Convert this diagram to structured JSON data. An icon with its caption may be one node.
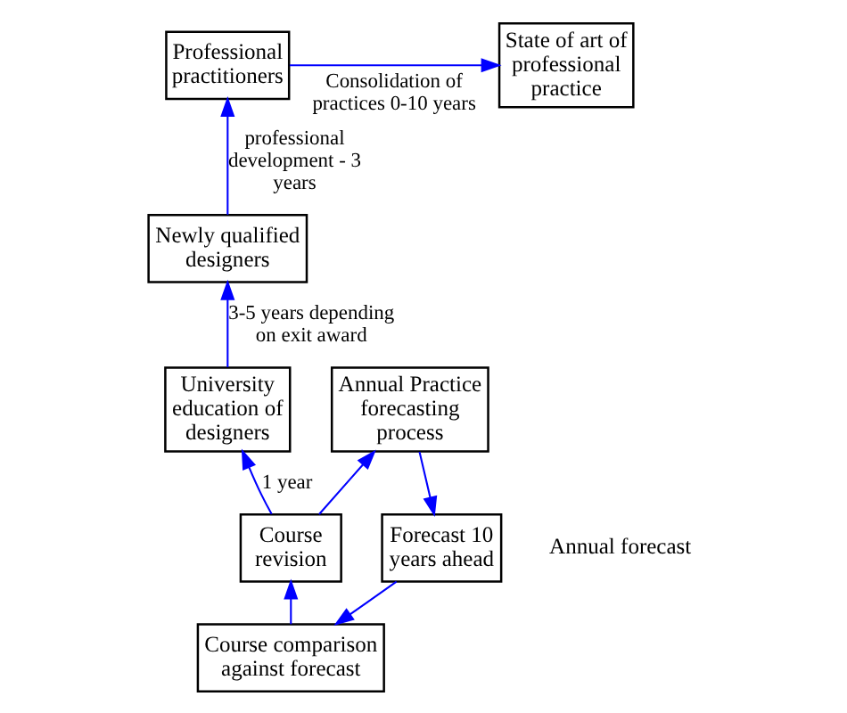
{
  "diagram": {
    "nodes": [
      {
        "text": [
          "State of art of professional practice"
        ]
      },
      {
        "text": [
          "Professional practitioners"
        ]
      },
      {
        "text": [
          "Newly qualified designers"
        ]
      },
      {
        "text": [
          "University education of designers"
        ]
      },
      {
        "text": [
          "Annual Practice forecasting process"
        ]
      },
      {
        "text": [
          "Course revision"
        ]
      },
      {
        "text": [
          "Forecast 10 years ahead"
        ]
      },
      {
        "text": [
          "Course comparison against forecast"
        ]
      }
    ],
    "edges": [
      {
        "from": 5,
        "to": 3,
        "arrow": "to",
        "label": "1 year"
      },
      {
        "from": 3,
        "to": 2,
        "arrow": "to",
        "label": "3-5 years depending on exit award"
      },
      {
        "from": 2,
        "to": 1,
        "arrow": "to",
        "label": "professional development - 3 years"
      },
      {
        "from": 1,
        "to": 0,
        "arrow": "to",
        "label": "Consolidation of practices 0-10 years"
      },
      {
        "from": 5,
        "to": 4,
        "arrow": "to"
      },
      {
        "from": 4,
        "to": 6,
        "arrow": "to"
      },
      {
        "from": 6,
        "to": 7,
        "arrow": "to"
      },
      {
        "from": 7,
        "to": 5,
        "arrow": "to"
      }
    ],
    "labels": [
      "Annual forecast"
    ]
  }
}
